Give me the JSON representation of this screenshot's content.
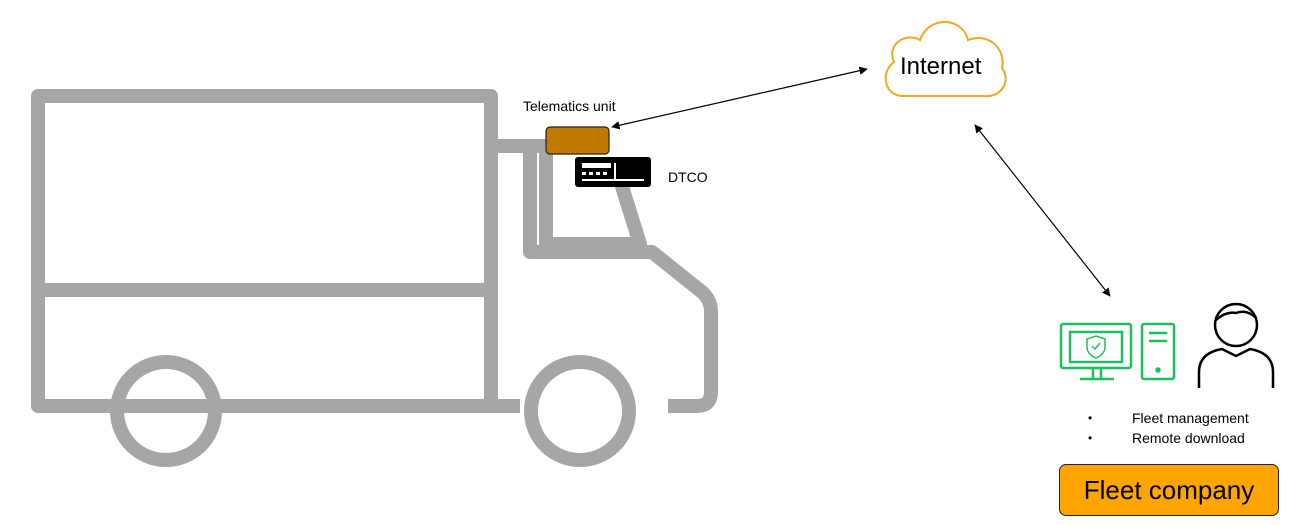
{
  "diagram": {
    "vehicle": {
      "telematics_label": "Telematics unit",
      "dtco_label": "DTCO"
    },
    "cloud": {
      "label": "Internet"
    },
    "fleet": {
      "services": [
        "Fleet management",
        "Remote download"
      ],
      "company_label": "Fleet company"
    }
  },
  "colors": {
    "truck_outline": "#a6a6a6",
    "telematics_unit": "#c07a00",
    "cloud": "#f5a623",
    "computer": "#1fbf5f",
    "fleet_company_box": "#ffa500"
  },
  "icons": [
    "truck-outline-icon",
    "telematics-unit-icon",
    "tachograph-icon",
    "cloud-icon",
    "monitor-shield-icon",
    "pc-tower-icon",
    "person-icon"
  ]
}
